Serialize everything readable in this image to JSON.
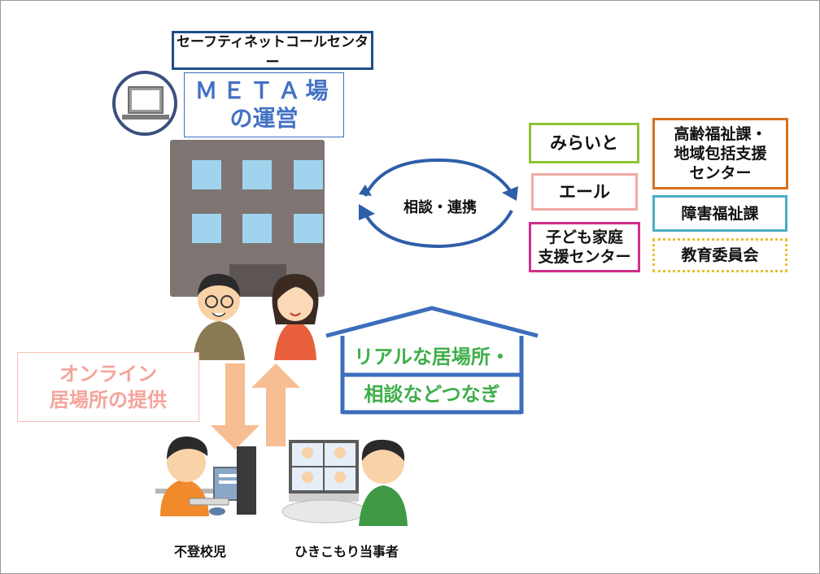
{
  "labels": {
    "safety_net": "セーフティネットコールセンター",
    "meta_line1": "ＭＥＴＡ場",
    "meta_line2": "の運営",
    "consult": "相談・連携",
    "online_line1": "オンライン",
    "online_line2": "居場所の提供",
    "real_line1": "リアルな居場所・",
    "real_line2": "相談などつなぎ",
    "caption_futoko": "不登校児",
    "caption_hikikomori": "ひきこもり当事者"
  },
  "organizations": {
    "mirai": "みらいと",
    "yell": "エール",
    "kodomo_line1": "子ども家庭",
    "kodomo_line2": "支援センター",
    "koreisha_line1": "高齢福祉課・",
    "koreisha_line2": "地域包括支援",
    "koreisha_line3": "センター",
    "shogai": "障害福祉課",
    "kyoiku": "教育委員会"
  },
  "colors": {
    "meta_blue": "#4472c4",
    "navy": "#1f4e8c",
    "house_blue": "#3d6ebd",
    "house_green": "#3fae49",
    "arrow_orange": "#f6be92",
    "online_pink": "#f4a49a",
    "cycle_blue": "#2e5ea8"
  }
}
